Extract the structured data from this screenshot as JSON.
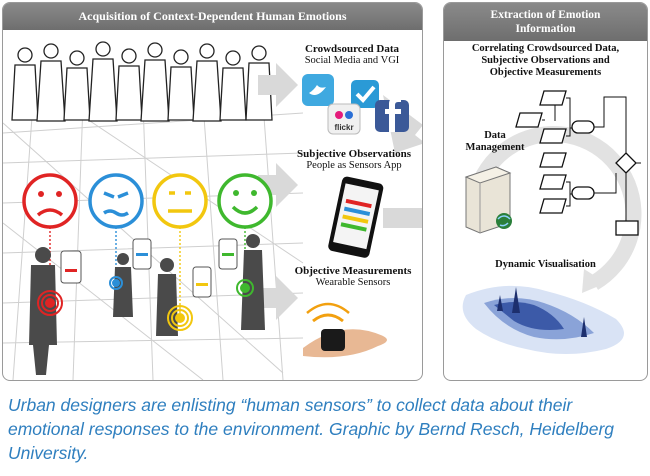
{
  "left_panel": {
    "title": "Acquisition of Context-Dependent Human Emotions",
    "crowdsourced": {
      "title": "Crowdsourced Data",
      "subtitle": "Social Media and VGI",
      "flickr_label": "flickr"
    },
    "subjective": {
      "title": "Subjective Observations",
      "subtitle": "People as Sensors App"
    },
    "objective": {
      "title": "Objective Measurements",
      "subtitle": "Wearable Sensors"
    },
    "faces": [
      {
        "mood": "sad",
        "color": "#e02424"
      },
      {
        "mood": "upset",
        "color": "#2b8fd8"
      },
      {
        "mood": "neutral",
        "color": "#f2c70f"
      },
      {
        "mood": "happy",
        "color": "#3fb82e"
      }
    ]
  },
  "right_panel": {
    "title_line1": "Extraction of Emotion",
    "title_line2": "Information",
    "correlating_line1": "Correlating Crowdsourced Data,",
    "correlating_line2": "Subjective Observations and",
    "correlating_line3": "Objective Measurements",
    "data_management_line1": "Data",
    "data_management_line2": "Management",
    "dynamic_visualisation": "Dynamic Visualisation"
  },
  "caption": {
    "line1": "Urban designers are enlisting “human sensors” to collect data about their",
    "line2": "emotional responses to the environment. Graphic by Bernd Resch, Heidelberg",
    "line3": "University."
  }
}
